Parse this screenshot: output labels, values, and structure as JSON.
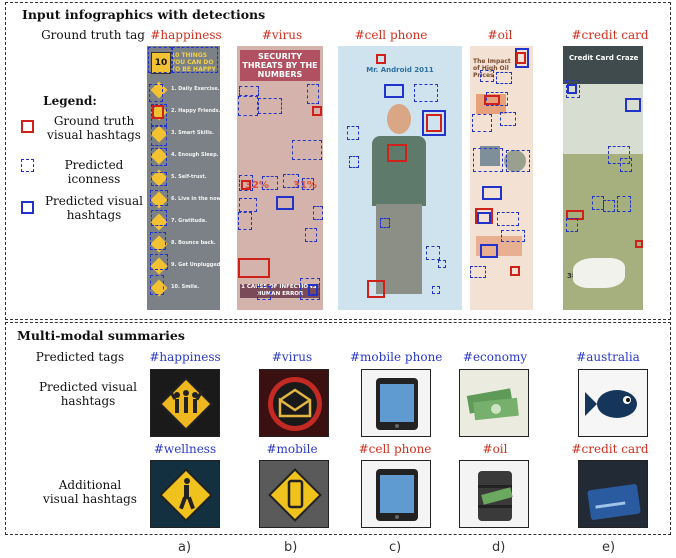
{
  "sections": {
    "input_title": "Input infographics with detections",
    "summaries_title": "Multi-modal summaries"
  },
  "row_labels": {
    "ground_truth_tag": "Ground truth tag",
    "predicted_tags": "Predicted tags",
    "predicted_visual_hashtags": "Predicted visual hashtags",
    "additional_visual_hashtags": "Additional visual hashtags"
  },
  "legend": {
    "title": "Legend:",
    "ground_truth": "Ground truth visual hashtags",
    "predicted_iconness": "Predicted iconness",
    "predicted_visual": "Predicted visual hashtags"
  },
  "colors": {
    "ground_truth": "#d0201a",
    "predicted": "#2233cc"
  },
  "columns": [
    {
      "caption": "a)",
      "ground_truth_tag": "#happiness",
      "predicted_tag": "#happiness",
      "additional_tag": "#wellness",
      "additional_tag_color": "blue",
      "infographic": {
        "title": "10 THINGS YOU CAN DO TO BE HAPPY",
        "items": [
          "1. Daily Exercise.",
          "2. Happy Friends.",
          "3. Smart Skills.",
          "4. Enough Sleep.",
          "5. Self-trust.",
          "6. Live in the now.",
          "7. Gratitude.",
          "8. Bounce back.",
          "9. Get Unplugged.",
          "10. Smile."
        ]
      },
      "predicted_icon": "people-celebrating-sign-icon",
      "additional_icon": "pedestrian-sign-icon"
    },
    {
      "caption": "b)",
      "ground_truth_tag": "#virus",
      "predicted_tag": "#virus",
      "additional_tag": "#mobile",
      "additional_tag_color": "blue",
      "infographic": {
        "title": "SECURITY THREATS BY THE NUMBERS",
        "stats": [
          "32%",
          "31%"
        ],
        "footer": "1 CAUSE OF INFECTIONS: HUMAN ERROR"
      },
      "predicted_icon": "envelope-icon",
      "additional_icon": "mobile-sign-icon"
    },
    {
      "caption": "c)",
      "ground_truth_tag": "#cell phone",
      "predicted_tag": "#mobile phone",
      "additional_tag": "#cell phone",
      "additional_tag_color": "red",
      "infographic": {
        "title": "Mr. Android 2011"
      },
      "predicted_icon": "tablet-phone-icon",
      "additional_icon": "tablet-phone-icon"
    },
    {
      "caption": "d)",
      "ground_truth_tag": "#oil",
      "predicted_tag": "#economy",
      "additional_tag": "#oil",
      "additional_tag_color": "red",
      "infographic": {
        "title": "The Impact of High Oil Prices"
      },
      "predicted_icon": "money-bills-icon",
      "additional_icon": "oil-barrel-icon"
    },
    {
      "caption": "e)",
      "ground_truth_tag": "#credit card",
      "predicted_tag": "#australia",
      "additional_tag": "#credit card",
      "additional_tag_color": "red",
      "infographic": {
        "title": "Credit Card Craze",
        "stat": "38%"
      },
      "predicted_icon": "fish-icon",
      "additional_icon": "credit-card-icon"
    }
  ]
}
